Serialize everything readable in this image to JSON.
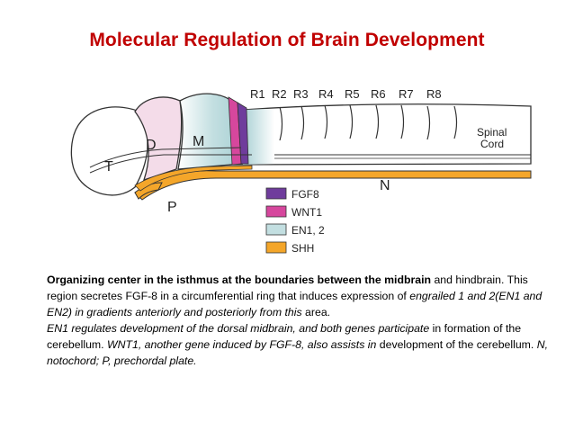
{
  "slide": {
    "title": "Molecular Regulation of Brain Development"
  },
  "diagram": {
    "rhombomere_labels": [
      "R1",
      "R2",
      "R3",
      "R4",
      "R5",
      "R6",
      "R7",
      "R8"
    ],
    "region_labels": {
      "telencephalon": "T",
      "diencephalon": "D",
      "mesencephalon": "M",
      "spinal_cord": "Spinal Cord",
      "notochord": "N",
      "prechordal_plate": "P"
    },
    "legend": [
      {
        "label": "FGF8",
        "color": "#6f3c9c"
      },
      {
        "label": "WNT1",
        "color": "#d6479d"
      },
      {
        "label": "EN1, 2",
        "color": "#c3dfe1"
      },
      {
        "label": "SHH",
        "color": "#f4a62a"
      }
    ]
  },
  "caption": {
    "seg1": "Organizing center in the isthmus at the boundaries between the midbrain",
    "seg2": " and hindbrain. This region secretes FGF-8 in a circumferential ring that induces expression of ",
    "seg3": "engrailed 1 and 2(EN1 and EN2) in gradients anteriorly and posteriorly from this",
    "seg4": " area.",
    "seg5": "EN1 regulates development of the dorsal midbrain, and both genes participate",
    "seg6": " in formation of the cerebellum. ",
    "seg7": "WNT1, another gene induced by FGF-8, also assists in",
    "seg8": " development of the cerebellum. ",
    "seg9": "N, notochord; P, prechordal plate."
  }
}
